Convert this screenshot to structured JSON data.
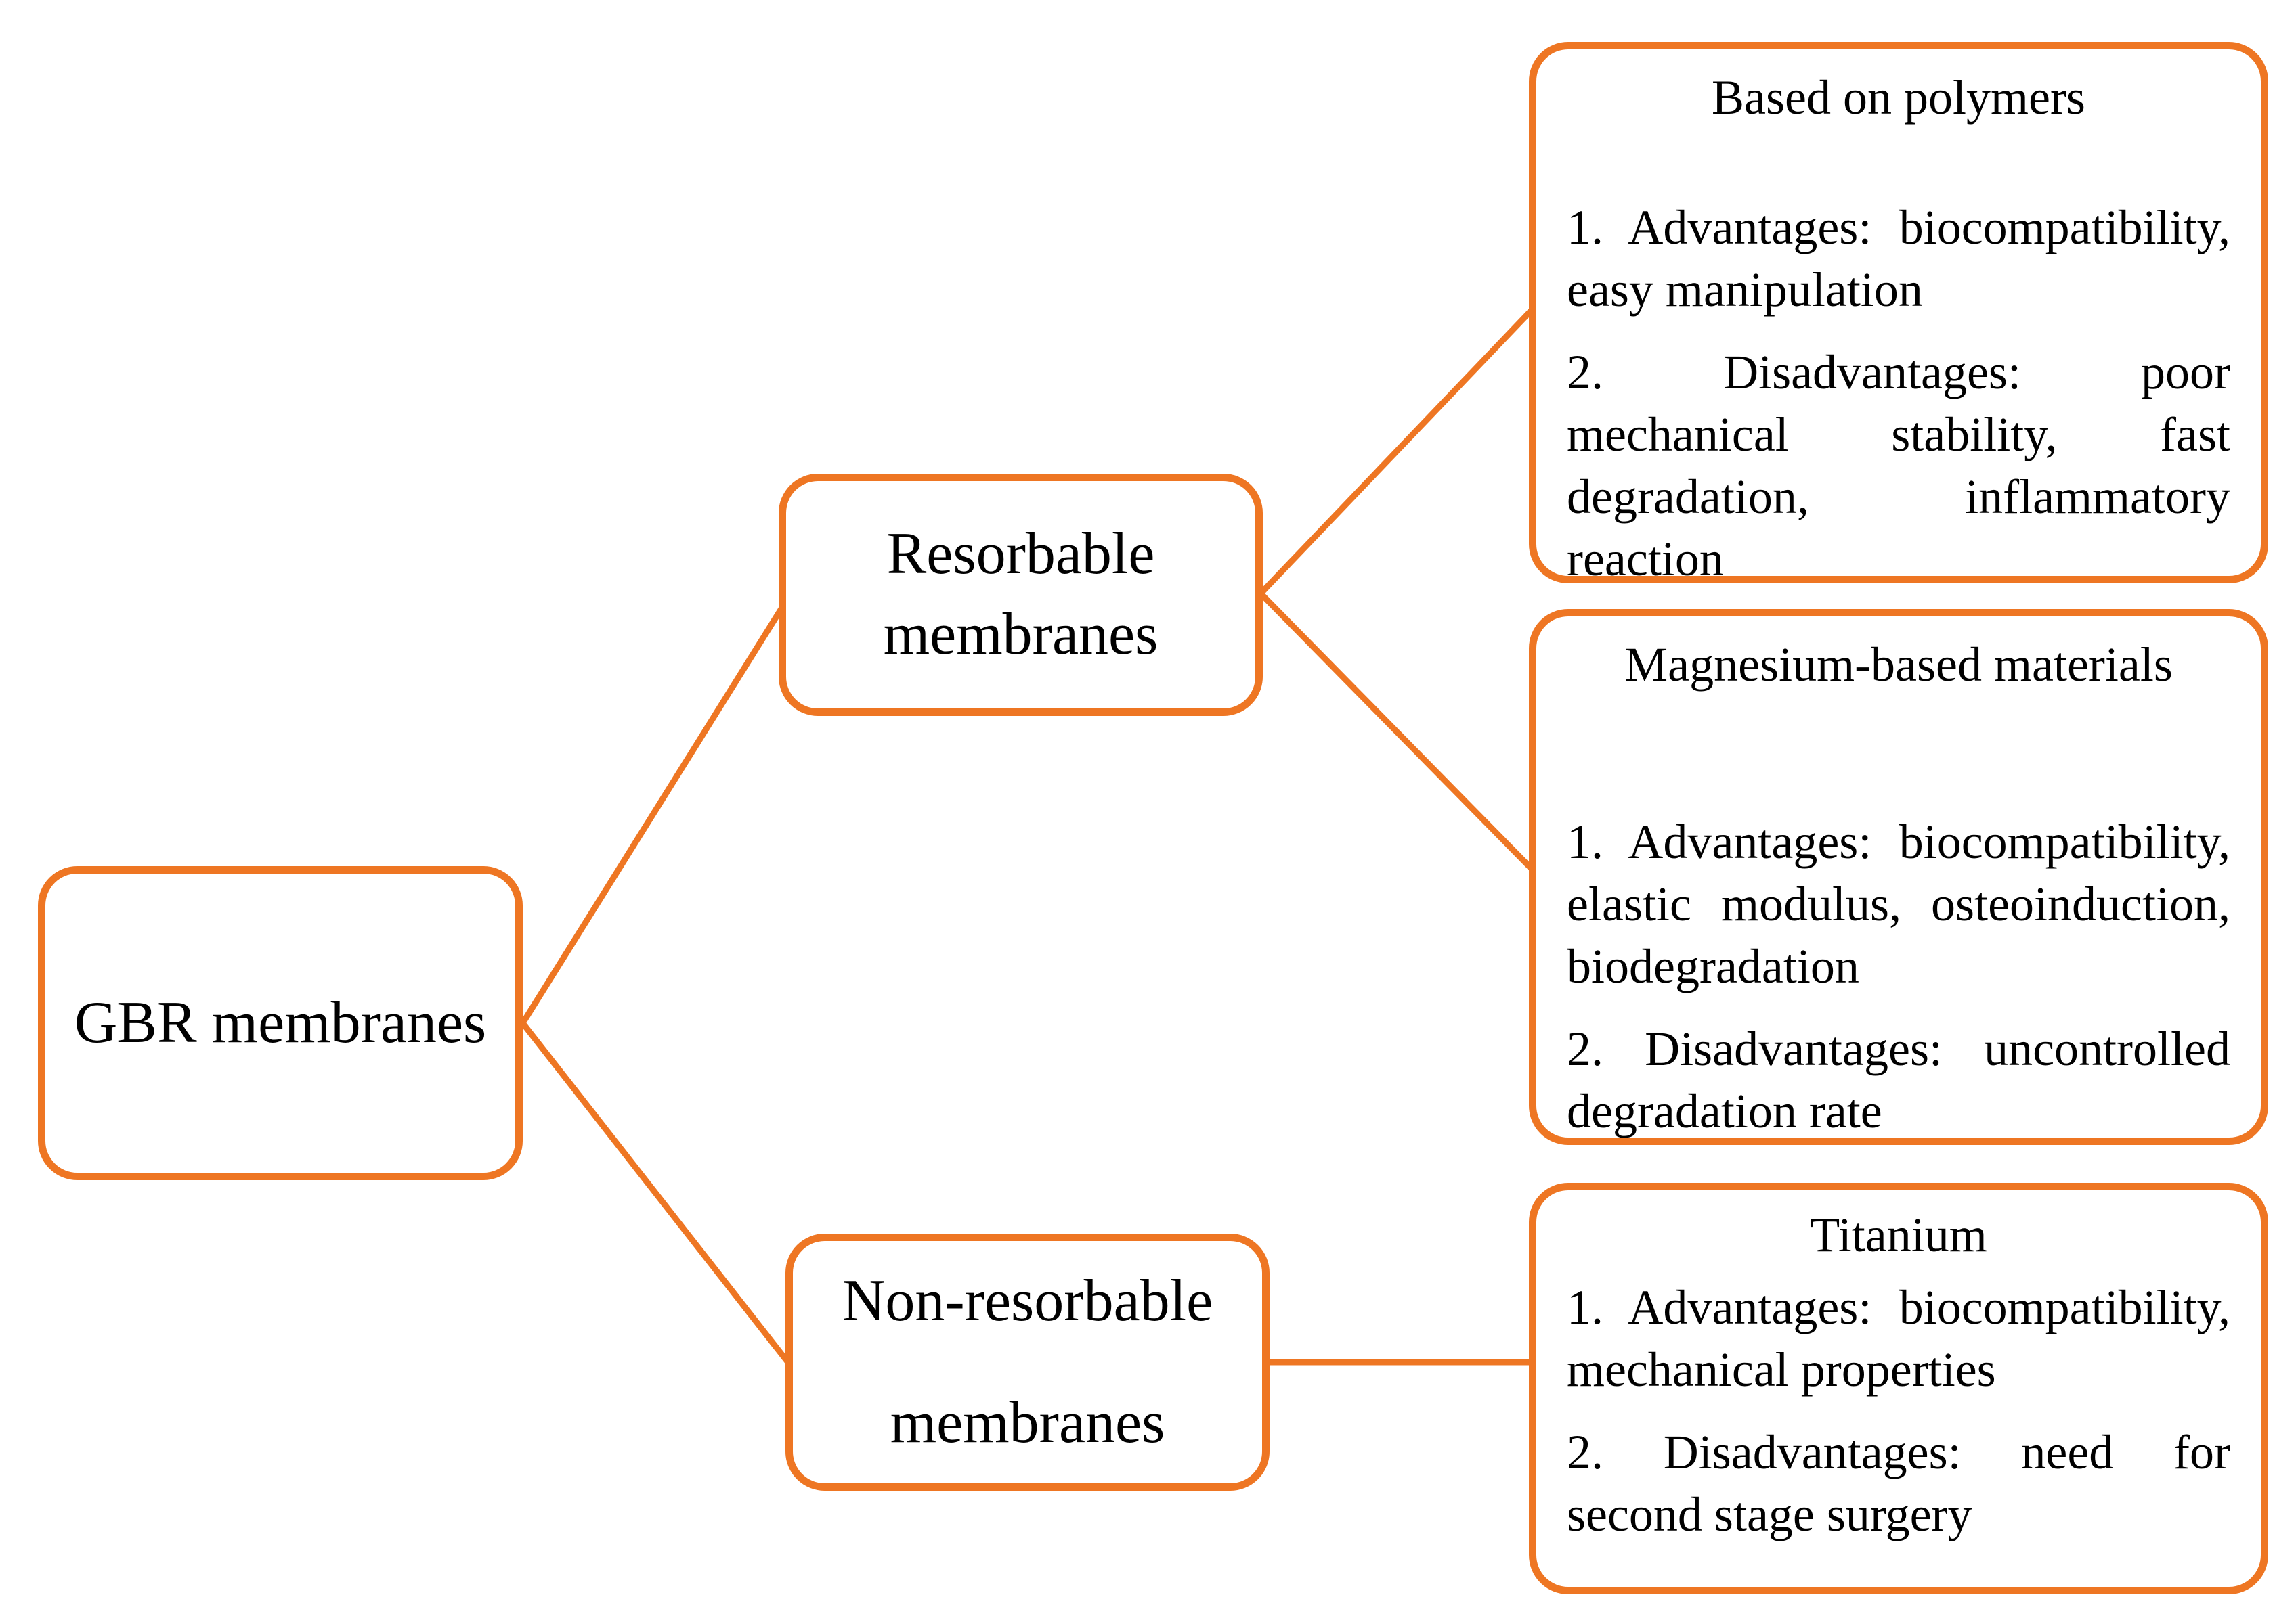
{
  "diagram": {
    "colors": {
      "accent": "#EE7623",
      "text": "#000000",
      "background": "#FFFFFF"
    },
    "root": {
      "label": "GBR membranes"
    },
    "branches": [
      {
        "label": "Resorbable membranes"
      },
      {
        "label": "Non-resorbable membranes"
      }
    ],
    "leaves": {
      "polymers": {
        "title": "Based on polymers",
        "items": [
          "1. Advantages: biocompatibility, easy manipulation",
          "2. Disadvantages: poor mechanical stability, fast degradation, inflammatory reaction"
        ]
      },
      "magnesium": {
        "title": "Magnesium-based materials",
        "items": [
          "1. Advantages: biocompatibility, elastic modulus, osteoinduction, biodegradation",
          "2. Disadvantages: uncontrolled degradation rate"
        ]
      },
      "titanium": {
        "title": "Titanium",
        "items": [
          "1. Advantages: biocompatibility, mechanical properties",
          "2. Disadvantages: need for second stage surgery"
        ]
      }
    }
  }
}
